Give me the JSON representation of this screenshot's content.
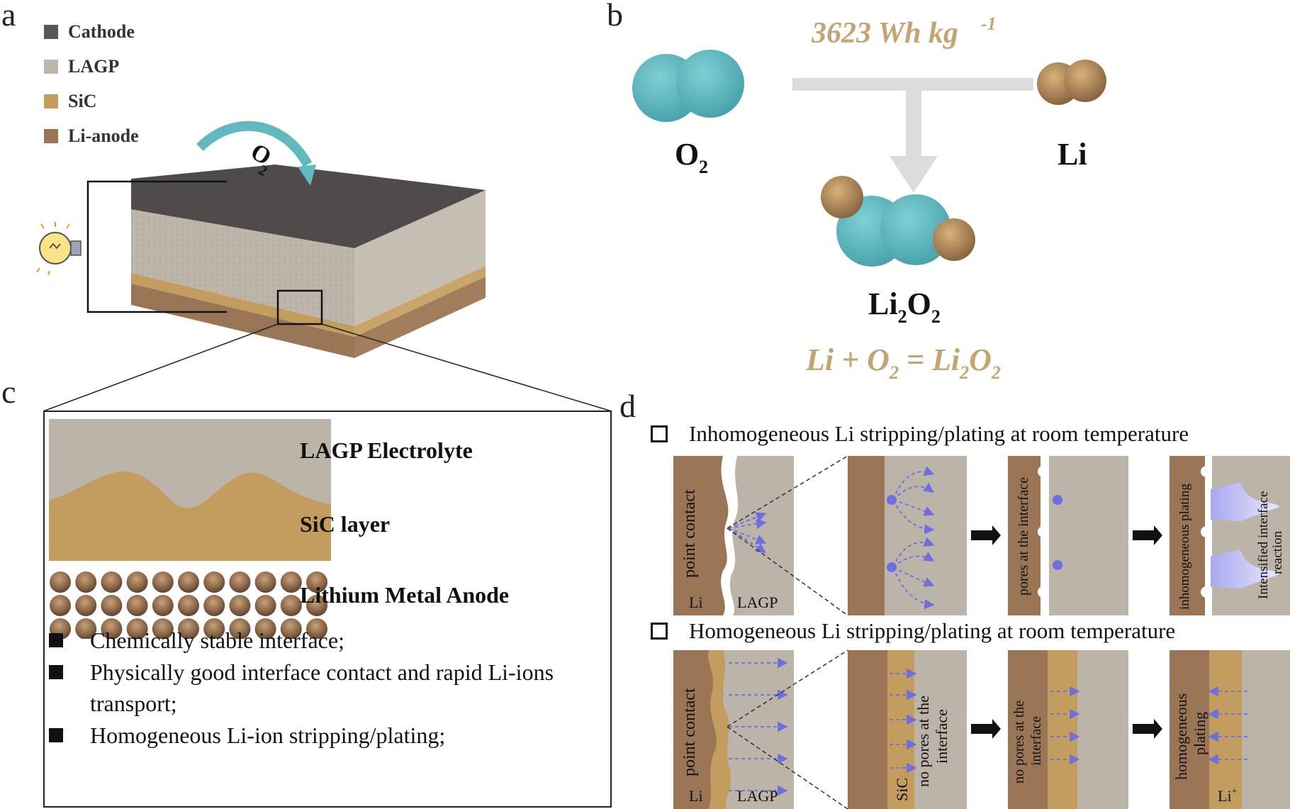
{
  "panels": {
    "a": "a",
    "b": "b",
    "c": "c",
    "d": "d"
  },
  "legend": [
    {
      "label": "Cathode",
      "color": "#5a5757"
    },
    {
      "label": "LAGP",
      "color": "#bfb6ab"
    },
    {
      "label": "SiC",
      "color": "#c49d5d"
    },
    {
      "label": "Li-anode",
      "color": "#9a7656"
    }
  ],
  "panel_a": {
    "gas": "O",
    "gas_sub": "2"
  },
  "panel_b": {
    "energy": "3623 Wh kg",
    "energy_sup": "-1",
    "o2": "O",
    "o2_sub": "2",
    "li": "Li",
    "product": "Li",
    "product_sub1": "2",
    "product_o": "O",
    "product_sub2": "2",
    "eq_li": "Li + O",
    "eq_sub1": "2",
    "eq_mid": " = Li",
    "eq_sub2": "2",
    "eq_o": "O",
    "eq_sub3": "2"
  },
  "panel_c": {
    "labels": [
      "LAGP Electrolyte",
      "SiC layer",
      "Lithium Metal Anode"
    ],
    "bullets": [
      "Chemically stable interface;",
      "Physically good interface contact and rapid Li-ions transport;",
      "Homogeneous Li-ion stripping/plating;"
    ]
  },
  "panel_d": {
    "top_title": "Inhomogeneous  Li stripping/plating  at room  temperature",
    "bottom_title": "Homogeneous  Li stripping/plating  at room  temperature",
    "point_contact": "point contact",
    "li": "Li",
    "lagp": "LAGP",
    "pores": "pores at the interface",
    "inhomo_plating": "inhomogeneous plating",
    "intensified_1": "Intensified interface",
    "intensified_2": "reaction",
    "sic": "SiC",
    "no_pores_1": "no pores at the",
    "no_pores_2": "interface",
    "homo_1": "homogeneous",
    "homo_2": "plating",
    "li_ion": "Li",
    "li_ion_sup": "+"
  },
  "colors": {
    "cathode": "#4f4b4a",
    "lagp": "#bcb3a9",
    "sic": "#c39c5f",
    "li": "#9a7656",
    "oxygen": "#5fb9bf",
    "gold_text": "#c4a472",
    "arrow_blue": "#6b6fe0"
  }
}
